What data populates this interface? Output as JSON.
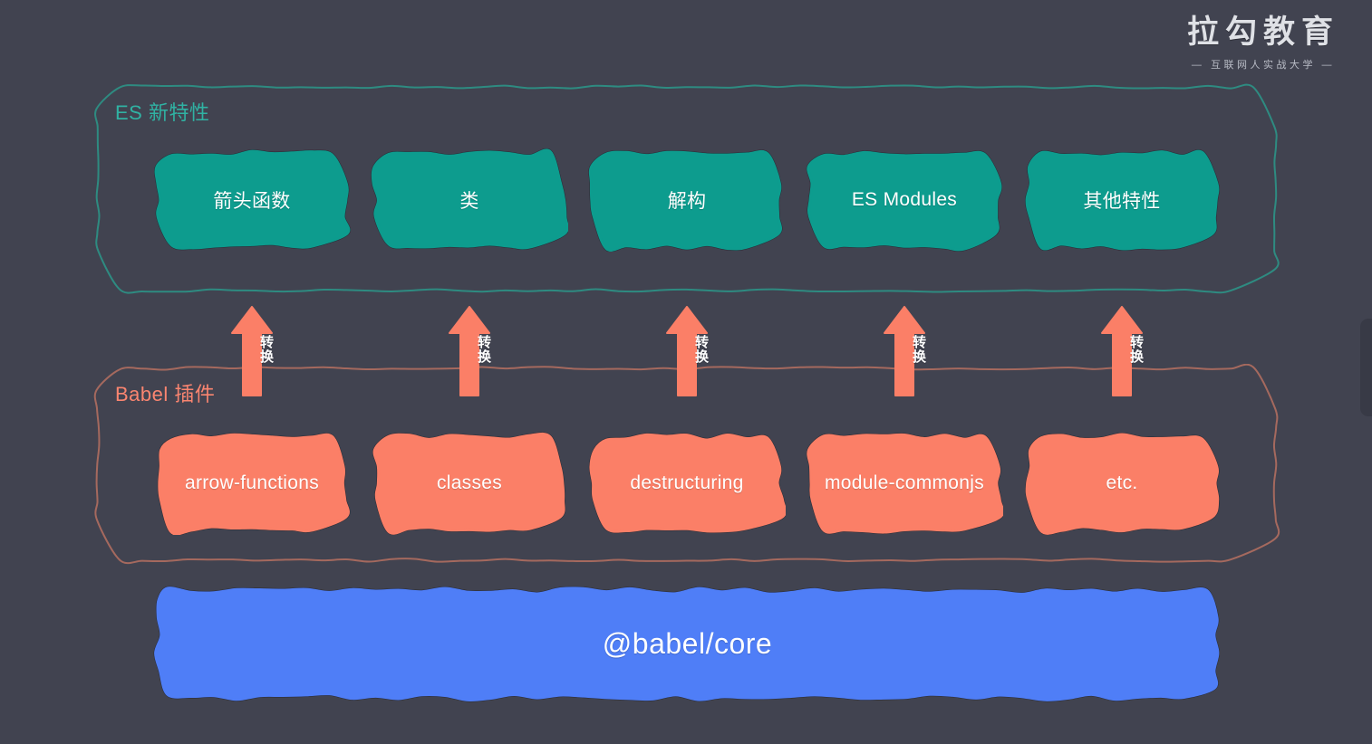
{
  "brand": {
    "name": "拉勾教育",
    "tagline": "— 互联网人实战大学 —"
  },
  "colors": {
    "background": "#414350",
    "es_accent": "#0d9c8e",
    "es_border": "#2e8b81",
    "es_label": "#30b2a3",
    "plugin_accent": "#fb7f67",
    "plugin_border": "#a5695e",
    "plugin_label": "#fa8570",
    "core_accent": "#4f7ef7",
    "text": "#ffffff"
  },
  "groups": {
    "es": {
      "label": "ES 新特性",
      "boxes": [
        {
          "label": "箭头函数"
        },
        {
          "label": "类"
        },
        {
          "label": "解构"
        },
        {
          "label": "ES Modules"
        },
        {
          "label": "其他特性"
        }
      ]
    },
    "babel": {
      "label": "Babel 插件",
      "boxes": [
        {
          "label": "arrow-functions"
        },
        {
          "label": "classes"
        },
        {
          "label": "destructuring"
        },
        {
          "label": "module-commonjs"
        },
        {
          "label": "etc."
        }
      ]
    }
  },
  "arrows": [
    {
      "label": "转换"
    },
    {
      "label": "转换"
    },
    {
      "label": "转换"
    },
    {
      "label": "转换"
    },
    {
      "label": "转换"
    }
  ],
  "core": {
    "label": "@babel/core"
  }
}
